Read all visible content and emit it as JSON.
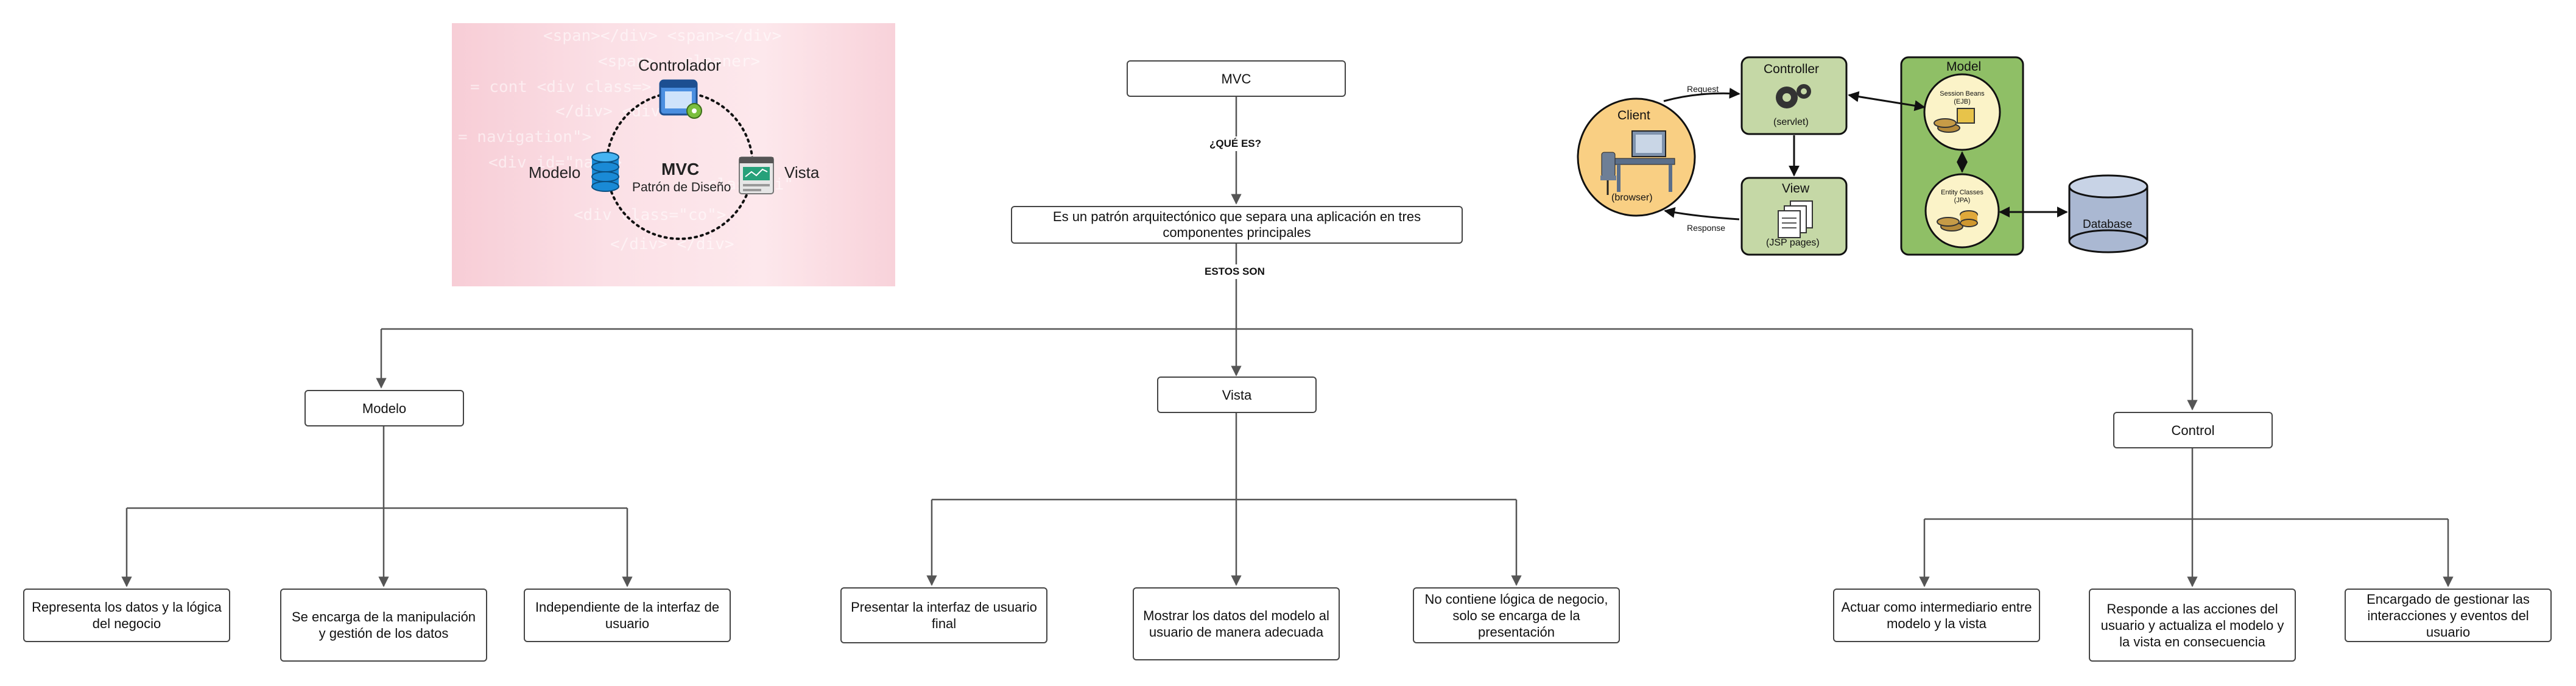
{
  "mvc_image": {
    "controller_label": "Controlador",
    "model_label": "Modelo",
    "view_label": "Vista",
    "center_title": "MVC",
    "center_subtitle": "Patrón de Diseño"
  },
  "root": {
    "label": "MVC"
  },
  "edge_what": "¿QUÉ ES?",
  "definition": "Es un patrón arquitectónico que separa una aplicación en tres componentes principales",
  "edge_these": "ESTOS SON",
  "branches": [
    {
      "label": "Modelo",
      "children": [
        "Representa los datos y la lógica del negocio",
        "Se encarga de la manipulación y gestión de los datos",
        "Independiente de la interfaz de usuario"
      ]
    },
    {
      "label": "Vista",
      "children": [
        "Presentar la interfaz de usuario final",
        "Mostrar los datos del modelo al usuario de manera adecuada",
        "No contiene lógica de negocio, solo se encarga de la presentación"
      ]
    },
    {
      "label": "Control",
      "children": [
        "Actuar como intermediario entre modelo y la vista",
        "Responde a las acciones del usuario y actualiza el modelo y la vista en consecuencia",
        "Encargado de gestionar las interacciones y eventos del usuario"
      ]
    }
  ],
  "architecture": {
    "client_title": "Client",
    "client_sub": "(browser)",
    "controller_title": "Controller",
    "controller_sub": "(servlet)",
    "view_title": "View",
    "view_sub": "(JSP pages)",
    "model_title": "Model",
    "session_beans": "Session Beans\n(EJB)",
    "entity_classes": "Entity Classes\n(JPA)",
    "database": "Database",
    "request": "Request",
    "response": "Response"
  },
  "colors": {
    "line": "#555555",
    "client_fill": "#f9cf83",
    "controller_fill": "#c5d8a6",
    "model_fill": "#8fbf66",
    "model_inner_fill": "#fbf3c8",
    "database_fill": "#aab8d2"
  }
}
